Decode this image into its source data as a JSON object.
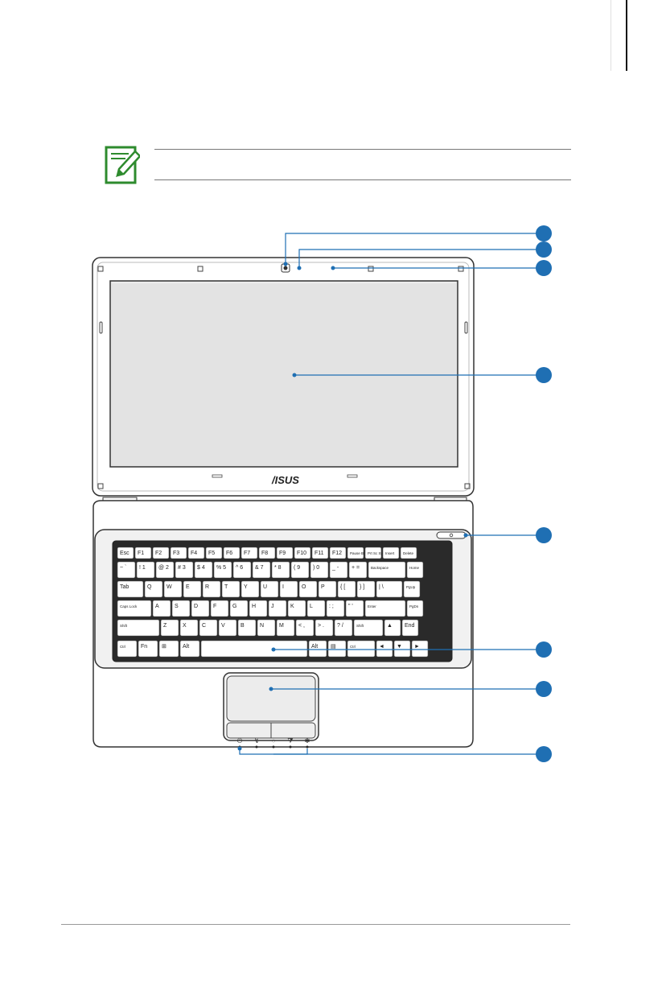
{
  "page": {
    "note_text": "",
    "footer_text": ""
  },
  "figure": {
    "brand_logo": "/ISUS",
    "colors": {
      "callout": "#1f6fb3",
      "note_green": "#2e8b2e",
      "screen": "#e3e3e3"
    },
    "callouts": [
      "",
      "",
      "",
      "",
      "",
      "",
      "",
      ""
    ],
    "callout_names": [
      "camera",
      "camera-indicator",
      "microphone",
      "display-panel",
      "power-switch",
      "keyboard",
      "touchpad",
      "status-indicators"
    ],
    "keyboard_rows": [
      [
        "Esc",
        "F1",
        "F2",
        "F3",
        "F4",
        "F5",
        "F6",
        "F7",
        "F8",
        "F9",
        "F10",
        "F11",
        "F12",
        "Pause Break",
        "Prt Sc SysRq",
        "Insert",
        "Delete"
      ],
      [
        "~ `",
        "! 1",
        "@ 2",
        "# 3",
        "$ 4",
        "% 5",
        "^ 6",
        "& 7",
        "* 8",
        "( 9",
        ") 0",
        "_ -",
        "+ =",
        "Backspace",
        "Home"
      ],
      [
        "Tab",
        "Q",
        "W",
        "E",
        "R",
        "T",
        "Y",
        "U",
        "I",
        "O",
        "P",
        "{ [",
        "} ]",
        "| \\",
        "PgUp"
      ],
      [
        "Caps Lock",
        "A",
        "S",
        "D",
        "F",
        "G",
        "H",
        "J",
        "K",
        "L",
        ": ;",
        "\" '",
        "Enter",
        "PgDn"
      ],
      [
        "Shift",
        "Z",
        "X",
        "C",
        "V",
        "B",
        "N",
        "M",
        "< ,",
        "> .",
        "? /",
        "Shift",
        "▲",
        "End"
      ],
      [
        "Ctrl",
        "Fn",
        "⊞",
        "Alt",
        "",
        "Alt",
        "▤",
        "Ctrl",
        "◄",
        "▼",
        "►"
      ]
    ],
    "status_icons": [
      "power-indicator-icon",
      "battery-charge-icon",
      "drive-activity-icon",
      "wireless-icon",
      "bluetooth-icon"
    ]
  }
}
